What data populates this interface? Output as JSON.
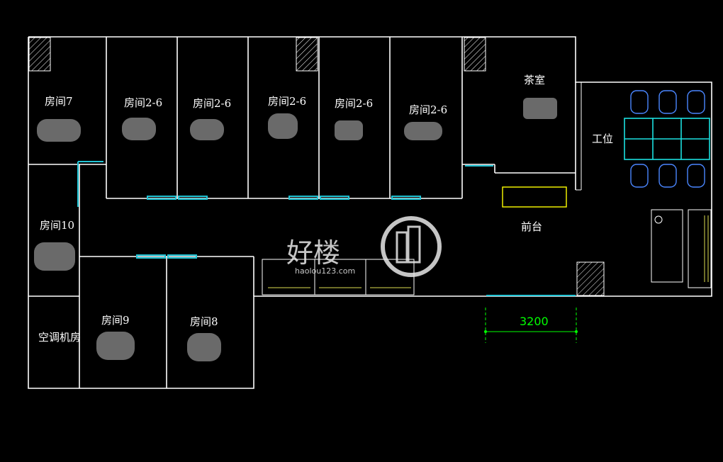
{
  "rooms": {
    "room7": "房间7",
    "room2_6_a": "房间2-6",
    "room2_6_b": "房间2-6",
    "room2_6_c": "房间2-6",
    "room2_6_d": "房间2-6",
    "room2_6_e": "房间2-6",
    "tea_room": "茶室",
    "workstation": "工位",
    "room10": "房间10",
    "reception": "前台",
    "ac_room": "空调机房",
    "room9": "房间9",
    "room8": "房间8"
  },
  "dimension": {
    "value": "3200"
  },
  "watermark": {
    "brand": "好楼",
    "url": "haolou123.com"
  },
  "colors": {
    "walls": "#ffffff",
    "doors": "#21c5d6",
    "chairs": "#4a86ff",
    "desks": "#1ce0e0",
    "dimension": "#00ff00",
    "reception_desk": "#ffff00"
  }
}
